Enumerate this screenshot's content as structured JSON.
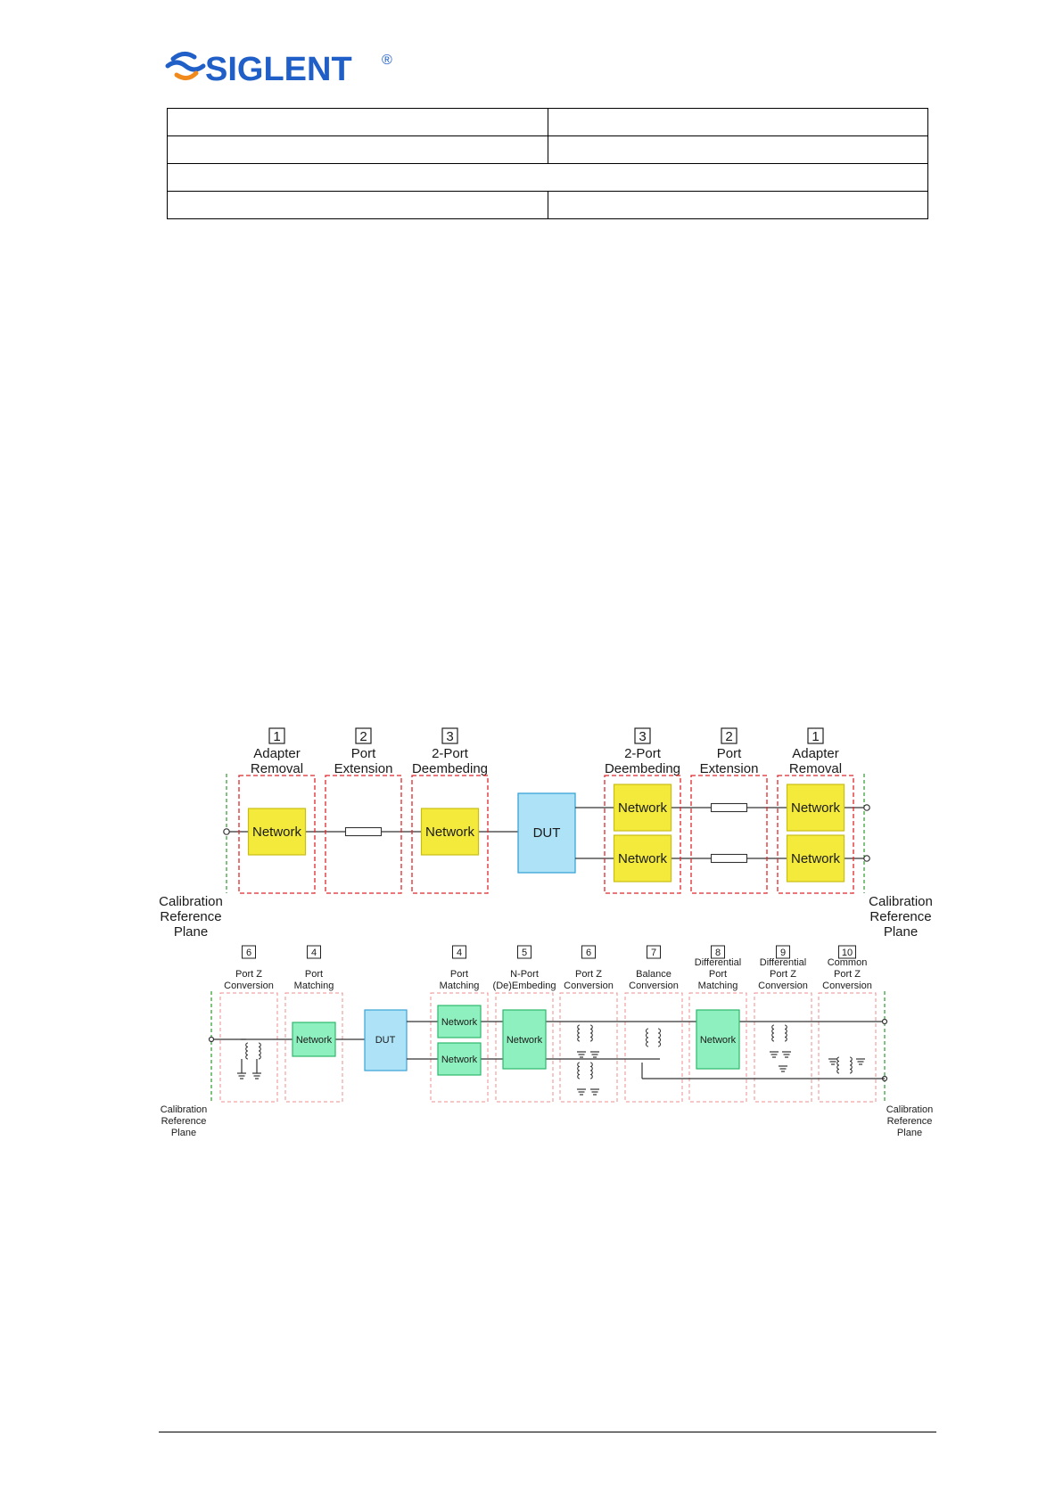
{
  "brand": {
    "name": "SIGLENT",
    "mark": "®",
    "colors": {
      "blue": "#1f5fc7",
      "orange": "#f08a1c"
    }
  },
  "info_table": {
    "rows": [
      [
        "",
        ""
      ],
      [
        "",
        ""
      ],
      [
        ""
      ],
      [
        "",
        ""
      ]
    ]
  },
  "diagram_top": {
    "left_blocks": [
      {
        "num": "1",
        "title": [
          "Adapter",
          "Removal"
        ],
        "content": "Network"
      },
      {
        "num": "2",
        "title": [
          "Port",
          "Extension"
        ],
        "content": "line"
      },
      {
        "num": "3",
        "title": [
          "2-Port",
          "Deembeding"
        ],
        "content": "Network"
      }
    ],
    "dut": "DUT",
    "right_blocks": [
      {
        "num": "3",
        "title": [
          "2-Port",
          "Deembeding"
        ],
        "content": "Network"
      },
      {
        "num": "2",
        "title": [
          "Port",
          "Extension"
        ],
        "content": "line"
      },
      {
        "num": "1",
        "title": [
          "Adapter",
          "Removal"
        ],
        "content": "Network"
      }
    ],
    "network_label": "Network",
    "left_ref": [
      "Calibration",
      "Reference",
      "Plane"
    ],
    "right_ref": [
      "Calibration",
      "Reference",
      "Plane"
    ]
  },
  "diagram_bottom": {
    "blocks": [
      {
        "num": "6",
        "title": [
          "Port Z",
          "Conversion"
        ]
      },
      {
        "num": "4",
        "title": [
          "Port",
          "Matching"
        ]
      },
      {
        "num": "4",
        "title": [
          "Port",
          "Matching"
        ]
      },
      {
        "num": "5",
        "title": [
          "N-Port",
          "(De)Embeding"
        ]
      },
      {
        "num": "6",
        "title": [
          "Port Z",
          "Conversion"
        ]
      },
      {
        "num": "7",
        "title": [
          "Balance",
          "Conversion"
        ]
      },
      {
        "num": "8",
        "title": [
          "Differential",
          "Port",
          "Matching"
        ]
      },
      {
        "num": "9",
        "title": [
          "Differential",
          "Port Z",
          "Conversion"
        ]
      },
      {
        "num": "10",
        "title": [
          "Common",
          "Port Z",
          "Conversion"
        ]
      }
    ],
    "dut": "DUT",
    "network_label": "Network",
    "left_ref": [
      "Calibration",
      "Reference",
      "Plane"
    ],
    "right_ref": [
      "Calibration",
      "Reference",
      "Plane"
    ]
  },
  "colors": {
    "yellow": "#f3ea3c",
    "yellow_border": "#c9bd12",
    "green": "#8ff0bf",
    "green_border": "#2eb86c",
    "dut": "#aee3f7",
    "dut_border": "#3aa3d6",
    "red_dash": "#e0262b",
    "light_red_dash": "#ef8d8f",
    "green_dash": "#2c9b2c"
  }
}
